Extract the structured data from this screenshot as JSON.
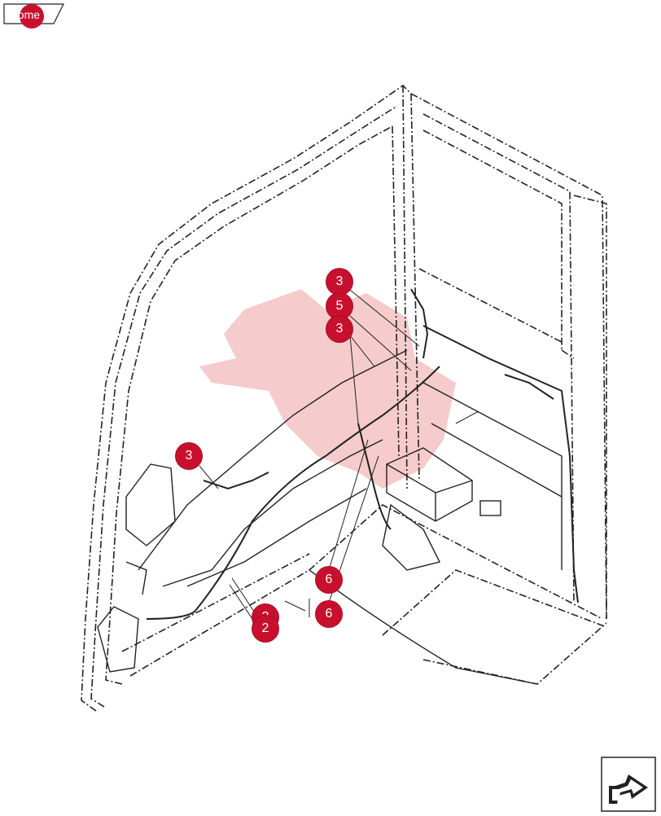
{
  "nav": {
    "home_label": "home"
  },
  "callouts": [
    {
      "id": "c3a",
      "label": "3"
    },
    {
      "id": "c5",
      "label": "5"
    },
    {
      "id": "c3b",
      "label": "3"
    },
    {
      "id": "c3c",
      "label": "3"
    },
    {
      "id": "c6a",
      "label": "6"
    },
    {
      "id": "c6b",
      "label": "6"
    },
    {
      "id": "c2a",
      "label": "2"
    },
    {
      "id": "c2b",
      "label": "2"
    }
  ],
  "icons": {
    "home": "home-tab-icon",
    "next": "next-page-arrow-icon"
  },
  "colors": {
    "callout": "#c8102e",
    "watermark": "#f2b8b8",
    "line": "#222222",
    "background": "#ffffff"
  }
}
